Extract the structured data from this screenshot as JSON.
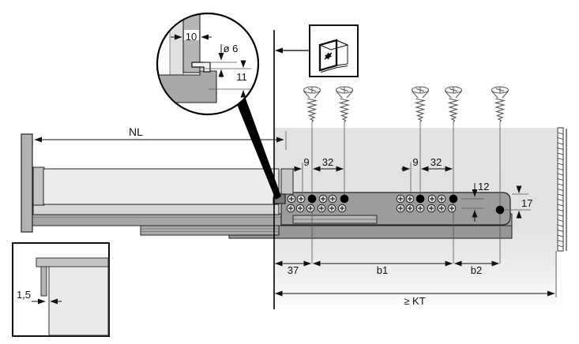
{
  "diagram": {
    "type": "technical-drawing",
    "subject": "drawer-slide-mounting-diagram",
    "labels": {
      "nominal_length": "NL",
      "detail_width": "10",
      "detail_hole_dia": "ø 6",
      "detail_height": "11",
      "hole_front_offset": "9",
      "hole_pitch": "32",
      "row_gap": "12",
      "end_offset": "17",
      "front_setback": "37",
      "span_b1": "b1",
      "span_b2": "b2",
      "cabinet_depth": "≥ KT",
      "reveal_gap": "1,5"
    },
    "colors": {
      "background": "#ffffff",
      "cabinet_shade": "#e3e3e3",
      "rail_gray": "#9c9c9c",
      "drawer_light": "#ececec",
      "outline": "#1a1a1a"
    },
    "counts": {
      "screws": 5,
      "marked_fixing_holes": 5,
      "screw_holes_per_group": 6
    }
  }
}
